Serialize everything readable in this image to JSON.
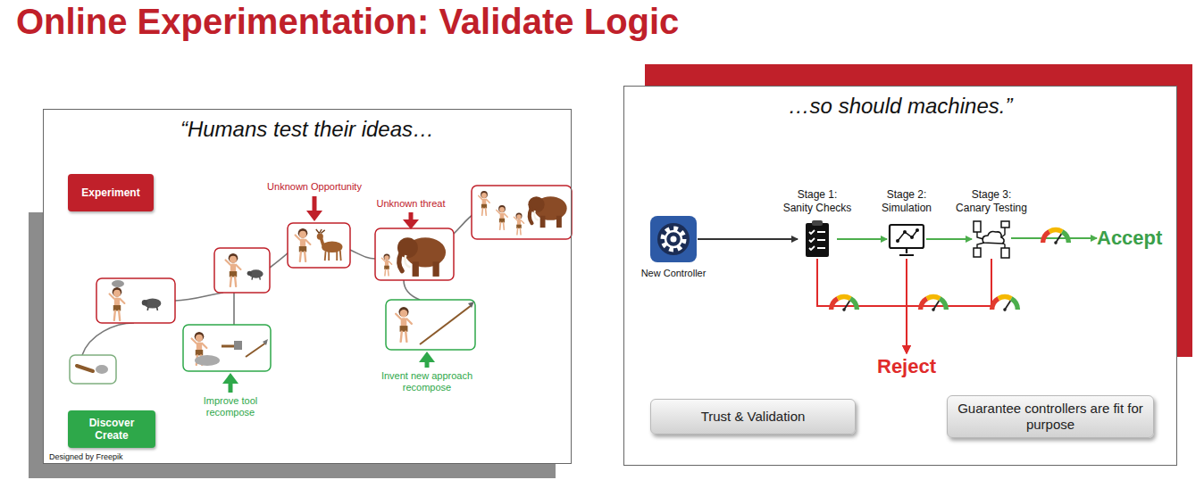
{
  "diagram": {
    "title": "Online Experimentation: Validate Logic",
    "nodes": [
      {
        "text": [
          "“Humans test their ideas…"
        ]
      },
      {
        "text": [
          "Experiment"
        ],
        "in": 0
      },
      {
        "text": [
          "Discover Create"
        ],
        "in": 0
      },
      {
        "text": [
          "…so should machines.”"
        ]
      },
      {
        "text": [
          "New Controller"
        ],
        "in": 3
      },
      {
        "text": [
          "Stage 1: Sanity Checks"
        ],
        "in": 3
      },
      {
        "text": [
          "Stage 2: Simulation"
        ],
        "in": 3
      },
      {
        "text": [
          "Stage 3: Canary Testing"
        ],
        "in": 3
      },
      {
        "text": [
          "Accept"
        ],
        "in": 3
      },
      {
        "text": [
          "Reject"
        ],
        "in": 3
      },
      {
        "text": [
          "Trust & Validation"
        ],
        "in": 3
      },
      {
        "text": [
          "Guarantee controllers are fit for purpose"
        ],
        "in": 3
      }
    ],
    "edges": [
      {
        "from": 4,
        "to": 5,
        "arrow": "to"
      },
      {
        "from": 5,
        "to": 6,
        "arrow": "to"
      },
      {
        "from": 6,
        "to": 7,
        "arrow": "to"
      },
      {
        "from": 7,
        "to": 8,
        "arrow": "to"
      },
      {
        "from": 5,
        "to": 9,
        "arrow": "to"
      },
      {
        "from": 6,
        "to": 9,
        "arrow": "to"
      },
      {
        "from": 7,
        "to": 9,
        "arrow": "to"
      }
    ],
    "labels": [
      "Unknown Opportunity",
      "Unknown threat",
      "Improve tool recompose",
      "Invent new approach recompose",
      "Designed by Freepik"
    ]
  }
}
